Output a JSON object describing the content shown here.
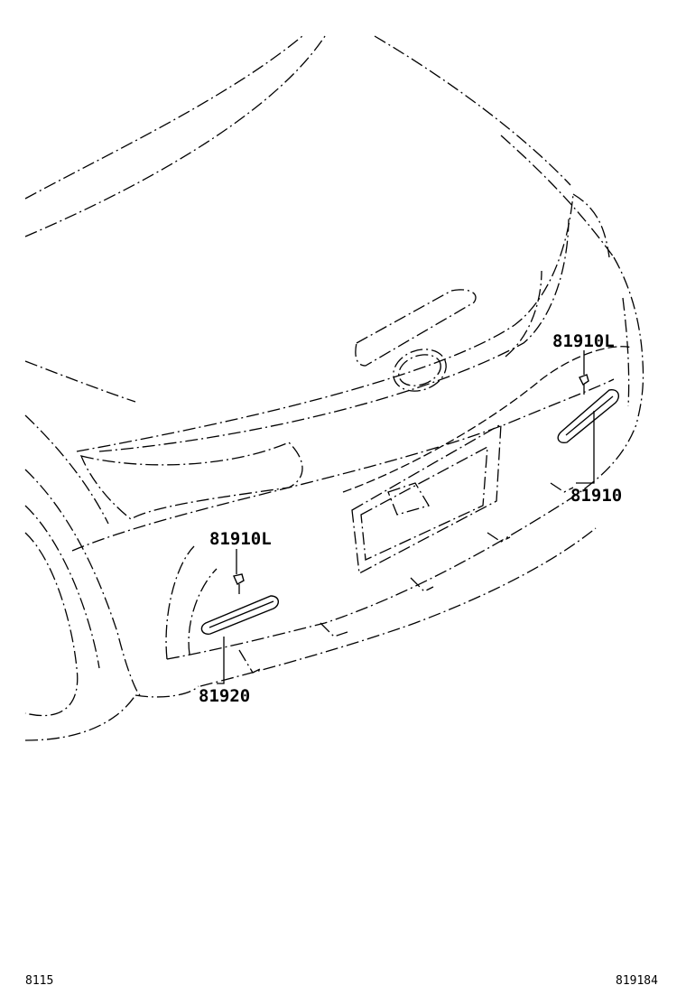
{
  "callouts": {
    "clip_upper_right": "81910L",
    "reflector_right": "81910",
    "clip_lower_left": "81910L",
    "reflector_left": "81920"
  },
  "footer": {
    "page_code": "8115",
    "diagram_id": "819184"
  }
}
